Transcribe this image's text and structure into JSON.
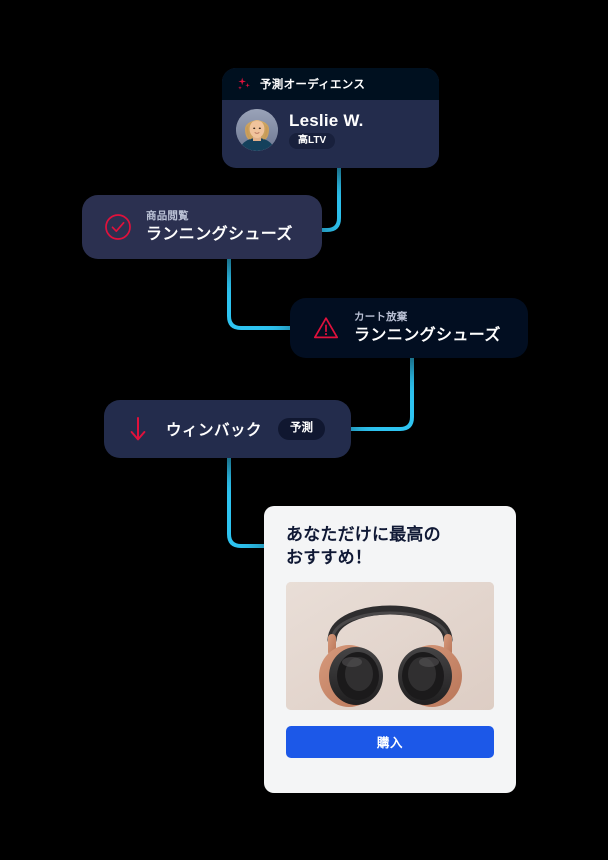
{
  "canvas": {
    "background_color": "#000000",
    "accent_connector_color": "#2ec4f1",
    "brand_red": "#e0113c",
    "card_navy": "#232c4c",
    "card_dark": "#020e21",
    "button_blue": "#1c58e8"
  },
  "audience_card": {
    "header_icon": "sparkle-icon",
    "header_label": "予測オーディエンス",
    "avatar_icon": "avatar-portrait",
    "name": "Leslie W.",
    "badge": "高LTV"
  },
  "browse_card": {
    "icon": "check-circle-icon",
    "kicker": "商品閲覧",
    "title": "ランニングシューズ"
  },
  "cart_card": {
    "icon": "warning-triangle-icon",
    "kicker": "カート放棄",
    "title": "ランニングシューズ"
  },
  "winback_card": {
    "icon": "arrow-down-icon",
    "label": "ウィンバック",
    "badge": "予測"
  },
  "reco_card": {
    "title": "あなただけに最高の\nおすすめ！",
    "product_image": "headphones-product-image",
    "buy_label": "購入"
  }
}
